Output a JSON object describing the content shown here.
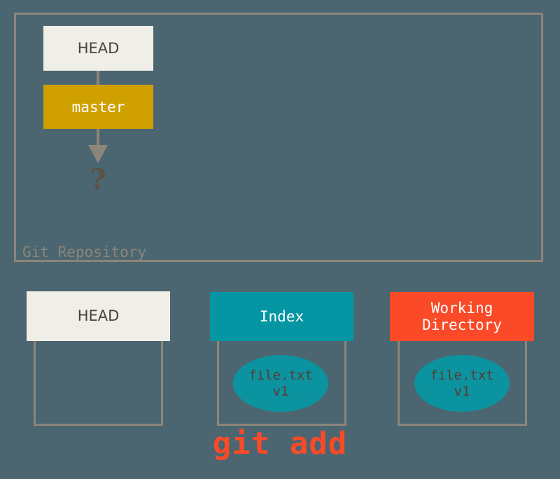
{
  "diagram": {
    "background_color": "#4b6670",
    "border_color": "#8d8579"
  },
  "repository": {
    "label": "Git Repository",
    "nodes": [
      {
        "id": "head",
        "label": "HEAD",
        "fill": "#f0efe7",
        "text_color": "#4b4238"
      },
      {
        "id": "master",
        "label": "master",
        "fill": "#d0a000",
        "text_color": "#ffffff"
      },
      {
        "id": "unknown",
        "label": "?",
        "text_color": "#5b5146"
      }
    ],
    "connectors": [
      {
        "from": "head",
        "to": "master",
        "arrow": false
      },
      {
        "from": "master",
        "to": "unknown",
        "arrow": true
      }
    ]
  },
  "areas": [
    {
      "id": "head",
      "title": "HEAD",
      "header_fill": "#f0efe7",
      "header_text_color": "#4b4238",
      "contents": []
    },
    {
      "id": "index",
      "title": "Index",
      "header_fill": "#0695a3",
      "header_text_color": "#ffffff",
      "contents": [
        {
          "name": "file.txt",
          "version": "v1",
          "label": "file.txt\nv1",
          "fill": "#0c93a0",
          "text_color": "#5b3a30"
        }
      ]
    },
    {
      "id": "working-directory",
      "title": "Working\nDirectory",
      "header_fill": "#fa4a28",
      "header_text_color": "#ffffff",
      "contents": [
        {
          "name": "file.txt",
          "version": "v1",
          "label": "file.txt\nv1",
          "fill": "#0c93a0",
          "text_color": "#5b3a30"
        }
      ]
    }
  ],
  "caption": {
    "command": "git add",
    "color": "#fa4a28"
  }
}
